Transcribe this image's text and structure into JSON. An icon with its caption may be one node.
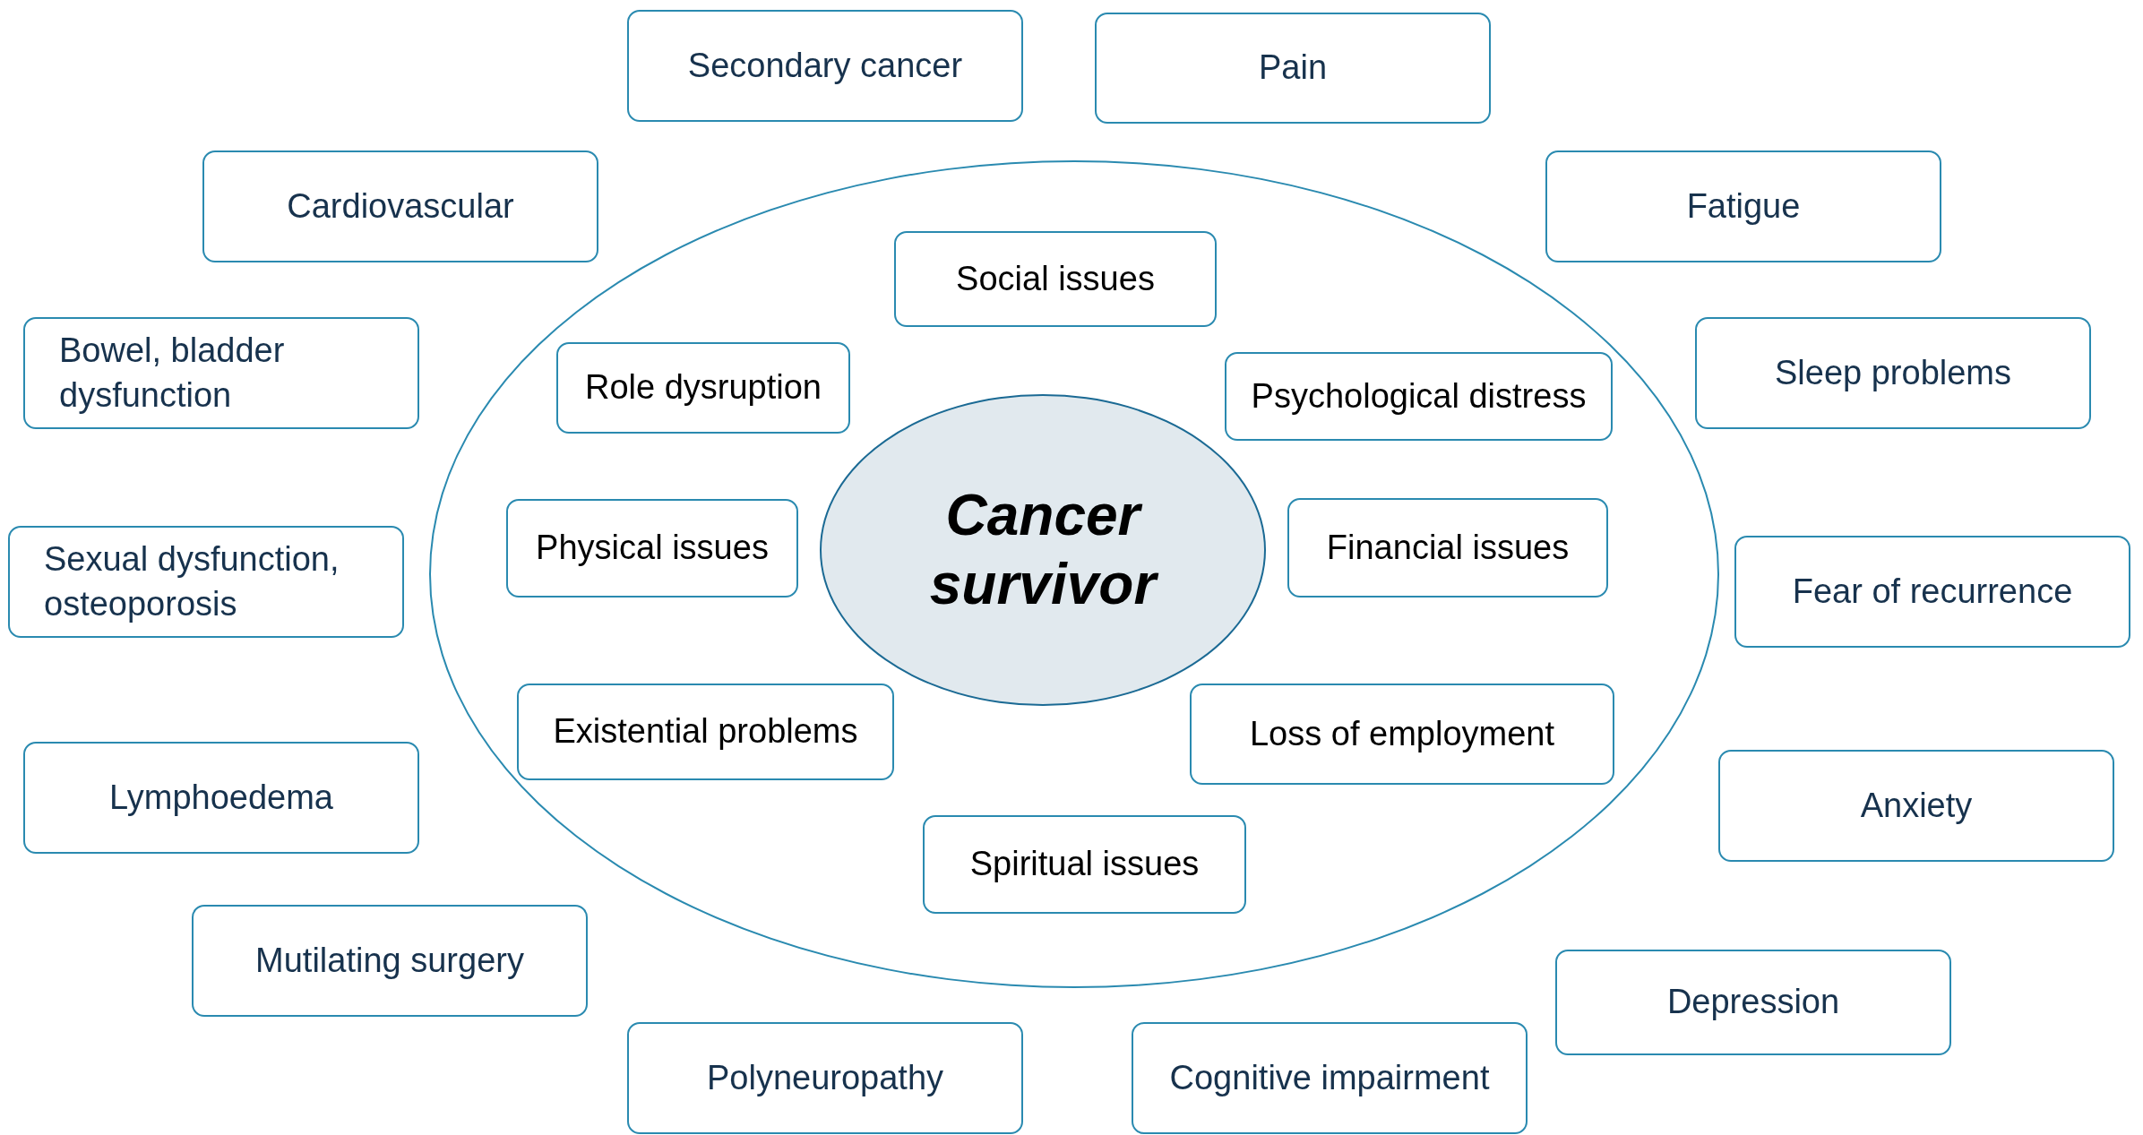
{
  "diagram": {
    "nodes": [
      {
        "text": [
          "Secondary cancer"
        ]
      },
      {
        "text": [
          "Pain"
        ]
      },
      {
        "text": [
          "Cardiovascular"
        ]
      },
      {
        "text": [
          "Fatigue"
        ]
      },
      {
        "text": [
          "Bowel, bladder dysfunction"
        ]
      },
      {
        "text": [
          "Sleep problems"
        ]
      },
      {
        "text": [
          "Sexual dysfunction, osteoporosis"
        ]
      },
      {
        "text": [
          "Fear of recurrence"
        ]
      },
      {
        "text": [
          "Lymphoedema"
        ]
      },
      {
        "text": [
          "Anxiety"
        ]
      },
      {
        "text": [
          "Mutilating surgery"
        ]
      },
      {
        "text": [
          "Depression"
        ]
      },
      {
        "text": [
          "Polyneuropathy"
        ]
      },
      {
        "text": [
          "Cognitive impairment"
        ]
      },
      {
        "text": [],
        "shape": "ellipse"
      },
      {
        "text": [
          "Social issues"
        ],
        "in": 14
      },
      {
        "text": [
          "Role dysruption"
        ],
        "in": 14
      },
      {
        "text": [
          "Psychological distress"
        ],
        "in": 14
      },
      {
        "text": [
          "Cancer survivor"
        ],
        "in": 14
      },
      {
        "text": [
          "Physical issues"
        ],
        "in": 14
      },
      {
        "text": [
          "Financial issues"
        ],
        "in": 14
      },
      {
        "text": [
          "Existential problems"
        ],
        "in": 14
      },
      {
        "text": [
          "Loss of employment"
        ],
        "in": 14
      },
      {
        "text": [
          "Spiritual issues"
        ],
        "in": 14
      }
    ]
  }
}
